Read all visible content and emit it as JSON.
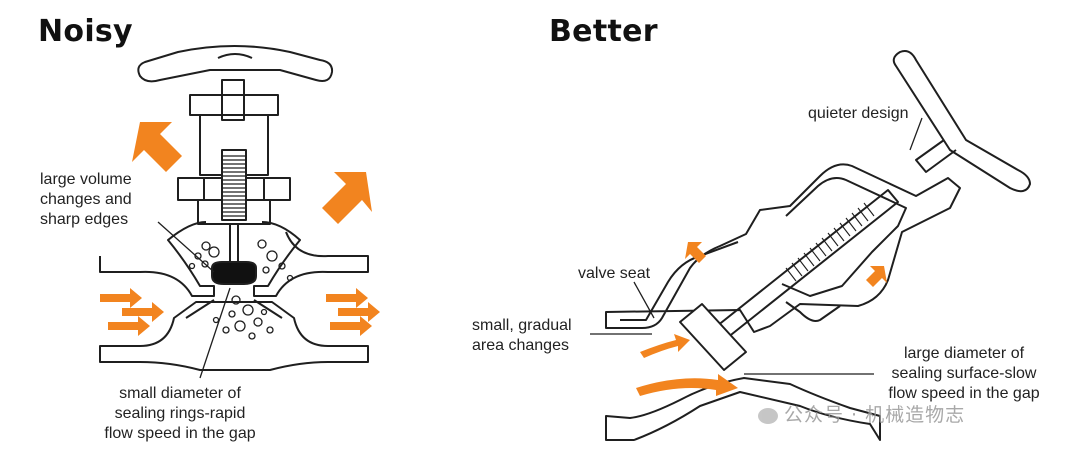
{
  "left": {
    "title": "Noisy",
    "callouts": {
      "edges": "large volume\nchanges and\nsharp edges",
      "rings": "small diameter of\nsealing rings-rapid\nflow speed in the gap"
    }
  },
  "right": {
    "title": "Better",
    "callouts": {
      "quieter": "quieter design",
      "seat": "valve seat",
      "gradual": "small, gradual\narea changes",
      "surface": "large diameter of\nsealing surface-slow\nflow speed in the gap"
    }
  },
  "watermark": "公众号 · 机械造物志",
  "colors": {
    "arrow": "#f2841f",
    "outline": "#1f1f1f",
    "plug": "#111111"
  }
}
